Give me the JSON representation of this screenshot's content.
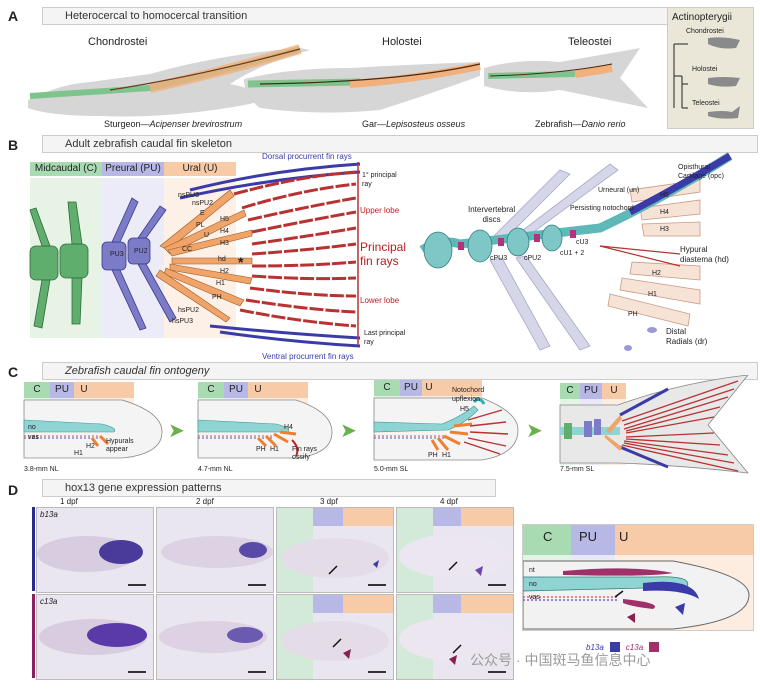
{
  "panelA": {
    "letter": "A",
    "header": "Heterocercal to homocercal transition",
    "groups": [
      "Chondrostei",
      "Holostei",
      "Teleostei"
    ],
    "captions": [
      {
        "common": "Sturgeon—",
        "species": "Acipenser brevirostrum"
      },
      {
        "common": "Gar—",
        "species": "Lepisosteus osseus"
      },
      {
        "common": "Zebrafish—",
        "species": "Danio rerio"
      }
    ],
    "tree": {
      "title": "Actinopterygii",
      "taxa": [
        "Chondrostei",
        "Holostei",
        "Teleostei"
      ]
    }
  },
  "panelB": {
    "letter": "B",
    "header": "Adult zebrafish caudal fin skeleton",
    "zones": [
      "Midcaudal (C)",
      "Preural (PU)",
      "Ural (U)"
    ],
    "dorsal_rays": "Dorsal procurrent fin rays",
    "ventral_rays": "Ventral procurrent fin rays",
    "first_principal": "1° principal\nray",
    "upper_lobe": "Upper lobe",
    "principal": "Principal\nfin rays",
    "lower_lobe": "Lower lobe",
    "last_principal": "Last principal\nray",
    "left_labels": [
      "nsPU3",
      "nsPU2",
      "E",
      "PL",
      "U",
      "H5",
      "H4",
      "H3",
      "CC",
      "hd",
      "H2",
      "H1",
      "PH",
      "PU3",
      "PU2",
      "hsPU2",
      "hsPU3"
    ],
    "asterisk": "*",
    "right_labels": {
      "ural": "Urneural (un)",
      "opc": "Opisthural\nCartilage (opc)",
      "notochord": "Persisting notochord",
      "discs": "Intervertebral\ndiscs",
      "h5": "H5",
      "h4": "H4",
      "h3": "H3",
      "cu3": "cU3",
      "hd": "Hypural\ndiastema (hd)",
      "h2": "H2",
      "h1": "H1",
      "ph": "PH",
      "cpu3": "cPU3",
      "cpu2": "cPU2",
      "cu12": "cU1 + 2",
      "dr": "Distal\nRadials (dr)"
    }
  },
  "panelC": {
    "letter": "C",
    "header": "Zebrafish caudal fin ontogeny",
    "zones": [
      "C",
      "PU",
      "U"
    ],
    "stages": [
      {
        "size": "3.8-mm NL",
        "labels": [
          "no",
          "vas",
          "H1",
          "H2",
          "Hypurals\nappear"
        ]
      },
      {
        "size": "4.7-mm NL",
        "labels": [
          "H4",
          "PH",
          "H1",
          "Fin rays\nossify"
        ]
      },
      {
        "size": "5.0-mm SL",
        "labels": [
          "Notochord\nupflexion",
          "H5",
          "PH",
          "H1"
        ]
      },
      {
        "size": "7.5-mm SL",
        "labels": []
      }
    ]
  },
  "panelD": {
    "letter": "D",
    "header": "hox13 gene expression patterns",
    "days": [
      "1 dpf",
      "2 dpf",
      "3 dpf",
      "4 dpf"
    ],
    "genes": [
      "b13a",
      "c13a"
    ],
    "schematic": {
      "zones": [
        "C",
        "PU",
        "U"
      ],
      "labels": [
        "nt",
        "no",
        "vas"
      ]
    },
    "legend": [
      {
        "gene": "b13a",
        "color": "#3a3aa8"
      },
      {
        "gene": "c13a",
        "color": "#a0306a"
      }
    ],
    "watermark": "公众号 · 中国斑马鱼信息中心"
  },
  "colors": {
    "midcaudal": "#7fc48f",
    "preural": "#9a9ad8",
    "ural": "#f2b07d",
    "rays": "#b83232",
    "procurrent": "#3b3ba8",
    "notochord": "#5fb8b8"
  }
}
